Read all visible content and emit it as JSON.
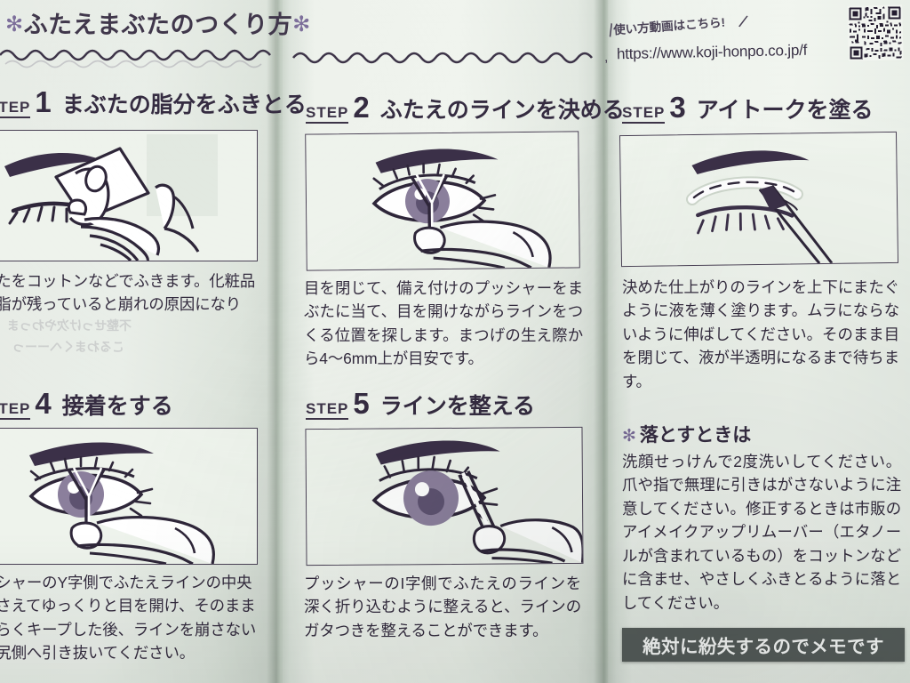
{
  "document": {
    "title": "ふたえまぶたのつくり方",
    "title_asterisk": "✻"
  },
  "promo": {
    "hand_note": "使い方動画はこちら!",
    "url": "https://www.koji-honpo.co.jp/f",
    "qr_alt": "qr-code"
  },
  "steps": [
    {
      "label": "STEP",
      "number": "1",
      "title": "まぶたの脂分をふきとる",
      "figure": "finger-wiping-eyelid-with-cotton",
      "body": "ぶたをコットンなどでふきます。化粧品\n皮脂が残っていると崩れの原因になり\nす。"
    },
    {
      "label": "STEP",
      "number": "2",
      "title": "ふたえのラインを決める",
      "figure": "open-eye-with-y-pusher",
      "body": "目を閉じて、備え付けのプッシャーをまぶたに当て、目を開けながらラインをつくる位置を探します。まつげの生え際から4〜6mm上が目安です。"
    },
    {
      "label": "STEP",
      "number": "3",
      "title": "アイトークを塗る",
      "figure": "closed-eye-with-applicator-brush",
      "body": "決めた仕上がりのラインを上下にまたぐように液を薄く塗ります。ムラにならないように伸ばしてください。そのまま目を閉じて、液が半透明になるまで待ちます。"
    },
    {
      "label": "STEP",
      "number": "4",
      "title": "接着をする",
      "figure": "eye-pressed-with-y-side-of-pusher",
      "body": "ッシャーのY字側でふたえラインの中央\n押さえてゆっくりと目を開け、そのまま\nばらくキープした後、ラインを崩さない\n目尻側へ引き抜いてください。"
    },
    {
      "label": "STEP",
      "number": "5",
      "title": "ラインを整える",
      "figure": "eye-shaped-with-i-side-of-pusher",
      "body": "プッシャーのI字側でふたえのラインを深く折り込むように整えると、ラインのガタつきを整えることができます。"
    }
  ],
  "removal_section": {
    "asterisk": "✻",
    "heading": "落とすときは",
    "body": "洗顔せっけんで2度洗いしてください。爪や指で無理に引きはがさないように注意してください。修正するときは市販のアイメイクアップリムーバー（エタノールが含まれているもの）をコットンなどに含ませ、やさしくふきとるように落としてください。"
  },
  "memo_badge": {
    "text": "絶対に紛失するのでメモです"
  },
  "colors": {
    "ink": "#352c41",
    "accent": "#7d6f9b",
    "paper": "#eef3ec",
    "badge_bg": "#585f5d",
    "badge_text": "#ffffff"
  }
}
